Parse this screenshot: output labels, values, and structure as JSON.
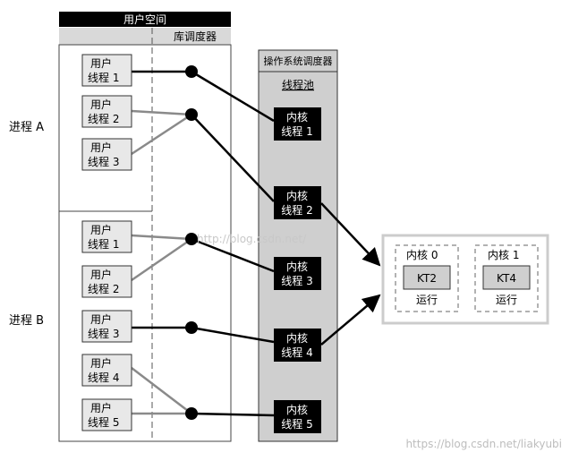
{
  "user_space": {
    "title": "用户空间",
    "library_scheduler": "库调度器"
  },
  "processes": {
    "a": "进程 A",
    "b": "进程 B"
  },
  "os_scheduler": {
    "title": "操作系统调度器",
    "pool": "线程池"
  },
  "user_threads": [
    {
      "line1": "用户",
      "line2": "线程 1"
    },
    {
      "line1": "用户",
      "line2": "线程 2"
    },
    {
      "line1": "用户",
      "line2": "线程 3"
    },
    {
      "line1": "用户",
      "line2": "线程 1"
    },
    {
      "line1": "用户",
      "line2": "线程 2"
    },
    {
      "line1": "用户",
      "line2": "线程 3"
    },
    {
      "line1": "用户",
      "line2": "线程 4"
    },
    {
      "line1": "用户",
      "line2": "线程 5"
    }
  ],
  "kernel_threads": [
    {
      "line1": "内核",
      "line2": "线程 1"
    },
    {
      "line1": "内核",
      "line2": "线程 2"
    },
    {
      "line1": "内核",
      "line2": "线程 3"
    },
    {
      "line1": "内核",
      "line2": "线程 4"
    },
    {
      "line1": "内核",
      "line2": "线程 5"
    }
  ],
  "cores": [
    {
      "name": "内核 0",
      "task": "KT2",
      "state": "运行"
    },
    {
      "name": "内核 1",
      "task": "KT4",
      "state": "运行"
    }
  ],
  "watermark_center": "http://blog.csdn.net/",
  "watermark_bottom": "https://blog.csdn.net/liakyubi",
  "colors": {
    "header": "#000000",
    "subheader": "#d9d9d9",
    "pool_bg": "#cfcfcf",
    "kernel_box": "#000000",
    "gray_line": "#8a8a8a"
  }
}
